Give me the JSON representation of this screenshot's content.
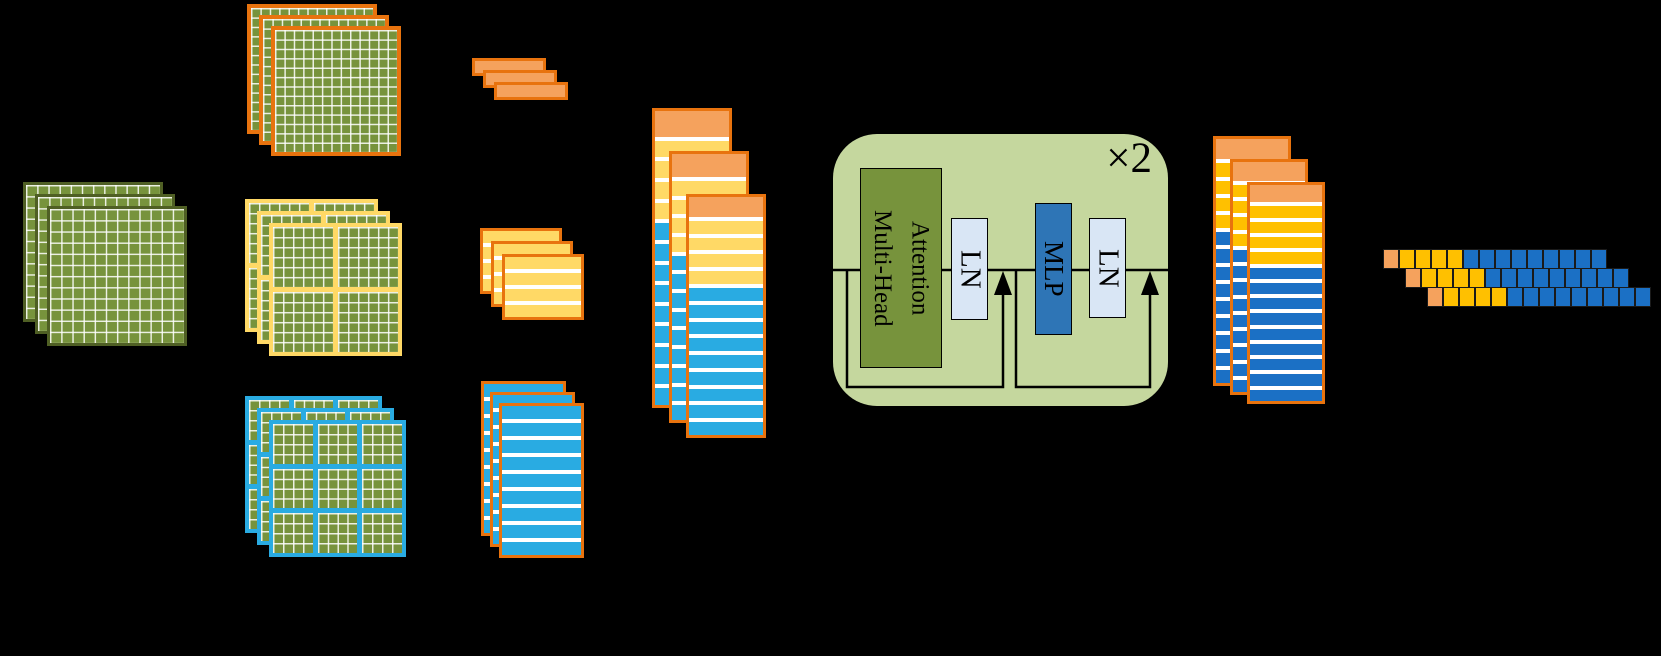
{
  "transformer": {
    "repeat_label": "×2",
    "container_fill": "#C5D79E",
    "boxes": [
      {
        "name": "multi-head-attention",
        "label": "Multi-Head\nAttention",
        "fill": "#77933C",
        "text_color": "#000000"
      },
      {
        "name": "layer-norm-1",
        "label": "LN",
        "fill": "#D9E6F5",
        "text_color": "#000000"
      },
      {
        "name": "mlp",
        "label": "MLP",
        "fill": "#2E75B6",
        "text_color": "#000000"
      },
      {
        "name": "layer-norm-2",
        "label": "LN",
        "fill": "#D9E6F5",
        "text_color": "#000000"
      }
    ]
  },
  "palette": {
    "background": "#000000",
    "cell_green": "#77933C",
    "dark_olive_border": "#4F5F24",
    "grid_line": "#FFFFFF",
    "orange_border": "#E8730E",
    "orange_fill": "#F5A25D",
    "yellow": "#FFD966",
    "cyan": "#29ABE2",
    "gold": "#FFC000",
    "blue": "#1B70C5"
  },
  "input_images": {
    "count": 3,
    "grid_cells": 12,
    "fill": "#77933C",
    "outline": "#4F5F24"
  },
  "scale_grids": [
    {
      "name": "scale-whole-image",
      "cards": 3,
      "outline": "#E8730E",
      "divisions": 1,
      "cells_per_division": 13
    },
    {
      "name": "scale-four-patches",
      "cards": 3,
      "outline": "#FFD966",
      "divisions": 2,
      "cells_per_division": 6
    },
    {
      "name": "scale-nine-patches",
      "cards": 3,
      "outline": "#29ABE2",
      "divisions": 3,
      "cells_per_division": 4
    }
  ],
  "patch_token_stacks": [
    {
      "name": "whole-image-tokens",
      "cards": 3,
      "stripes": 1,
      "stripe_color": "#F5A25D",
      "outline": "#E8730E"
    },
    {
      "name": "quadrant-tokens",
      "cards": 3,
      "stripes": 4,
      "stripe_color": "#FFD966",
      "outline": "#E8730E"
    },
    {
      "name": "subpatch-tokens",
      "cards": 3,
      "stripes": 9,
      "stripe_color": "#29ABE2",
      "outline": "#E8730E"
    }
  ],
  "embedding_stack_in": {
    "cards": 3,
    "outline": "#E8730E",
    "header_color": "#F5A25D",
    "groups": [
      {
        "count": 4,
        "color": "#FFD966"
      },
      {
        "count": 9,
        "color": "#29ABE2"
      }
    ]
  },
  "embedding_stack_out": {
    "cards": 3,
    "outline": "#E8730E",
    "header_color": "#F5A25D",
    "groups": [
      {
        "count": 4,
        "color": "#FFC000"
      },
      {
        "count": 9,
        "color": "#1B70C5"
      }
    ]
  },
  "output_token_rows": {
    "rows": 3,
    "tokens_per_row": 14,
    "groups": [
      {
        "count": 1,
        "color": "#F5A25D"
      },
      {
        "count": 4,
        "color": "#FFC000"
      },
      {
        "count": 9,
        "color": "#1B70C5"
      }
    ]
  }
}
